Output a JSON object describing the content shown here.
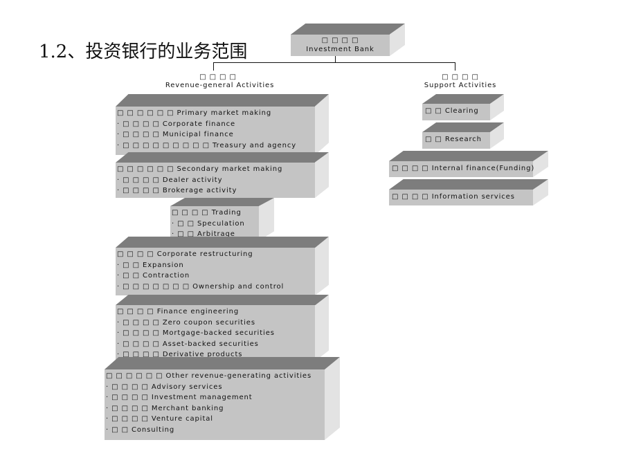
{
  "slide": {
    "title": "1.2、投资银行的业务范围"
  },
  "root": {
    "glyphs": "□ □ □ □",
    "label": "Investment Bank"
  },
  "branches": {
    "revenue": {
      "glyphs": "□ □ □ □",
      "label": "Revenue-general Activities"
    },
    "support": {
      "glyphs": "□ □ □ □",
      "label": "Support Activities"
    }
  },
  "revenue_blocks": [
    {
      "lines": [
        "□ □ □ □ □ □  Primary market making",
        "·  □ □ □ □  Corporate finance",
        "·  □ □ □ □  Municipal finance",
        "·  □ □ □ □ □ □ □ □ □  Treasury and agency"
      ]
    },
    {
      "lines": [
        "□ □ □ □ □ □  Secondary market making",
        "·  □ □ □ □  Dealer activity",
        "·  □ □ □ □  Brokerage activity"
      ]
    },
    {
      "lines": [
        "□ □ □ □  Trading",
        "·  □ □  Speculation",
        "·  □ □  Arbitrage"
      ]
    },
    {
      "lines": [
        "□ □ □ □  Corporate restructuring",
        "·  □ □  Expansion",
        "·  □ □  Contraction",
        "·  □ □ □ □ □ □ □  Ownership and control"
      ]
    },
    {
      "lines": [
        "□ □ □ □  Finance engineering",
        "·  □ □ □ □  Zero coupon securities",
        "·  □ □ □ □  Mortgage-backed securities",
        "·  □ □ □ □  Asset-backed securities",
        "·  □ □ □ □  Derivative products"
      ]
    },
    {
      "lines": [
        "□ □ □ □ □ □  Other revenue-generating activities",
        "·  □ □ □ □  Advisory services",
        "·  □ □ □ □  Investment management",
        "·  □ □ □ □  Merchant banking",
        "·  □ □ □ □  Venture capital",
        "·  □ □  Consulting"
      ]
    }
  ],
  "support_blocks": [
    {
      "label": "□ □  Clearing"
    },
    {
      "label": "□ □  Research"
    },
    {
      "label": "□ □ □ □  Internal finance(Funding)"
    },
    {
      "label": "□ □ □ □  Information services"
    }
  ]
}
